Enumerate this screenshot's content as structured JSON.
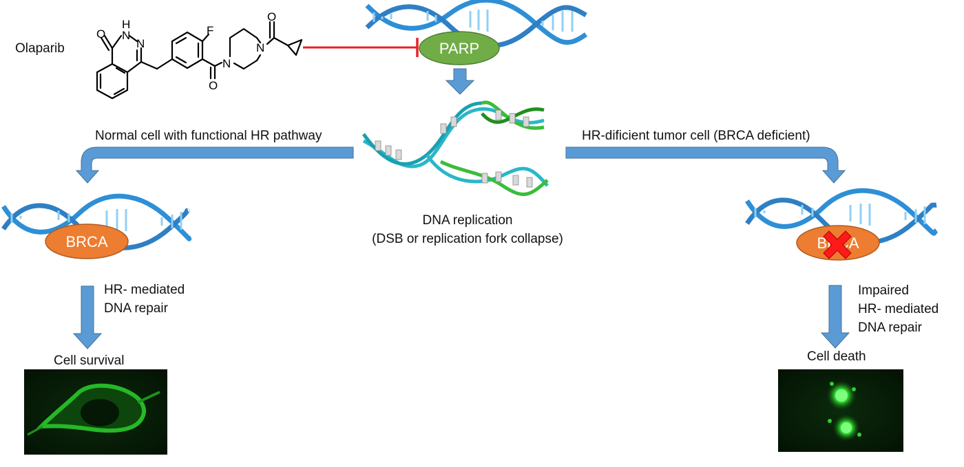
{
  "drug": {
    "name": "Olaparib",
    "atoms": {
      "oxygen": "O",
      "hydrogen_nitrogen": "H",
      "nitrogen": "N",
      "fluorine": "F"
    }
  },
  "enzymes": {
    "parp": "PARP",
    "brca_normal": "BRCA",
    "brca_deficient": "BRCA"
  },
  "center": {
    "line1": "DNA replication",
    "line2": "(DSB or replication fork collapse)"
  },
  "left_branch": {
    "label": "Normal cell with functional HR pathway",
    "repair_line1": "HR- mediated",
    "repair_line2": "DNA repair",
    "outcome": "Cell survival"
  },
  "right_branch": {
    "label": "HR-dificient tumor cell (BRCA deficient)",
    "repair_line1": "Impaired",
    "repair_line2": "HR- mediated",
    "repair_line3": "DNA repair",
    "outcome": "Cell death"
  },
  "colors": {
    "arrow": "#5b9bd5",
    "arrow_edge": "#41719c",
    "parp_oval": "#70ad47",
    "brca_oval": "#ed7d31",
    "inhibition": "#e8202a",
    "dna_blue": "#2e8fd6",
    "dna_rung": "#9fd3f2",
    "fluorescence": "#29b929",
    "micrograph_bg": "#061806",
    "cross": "#ff1a1a"
  }
}
